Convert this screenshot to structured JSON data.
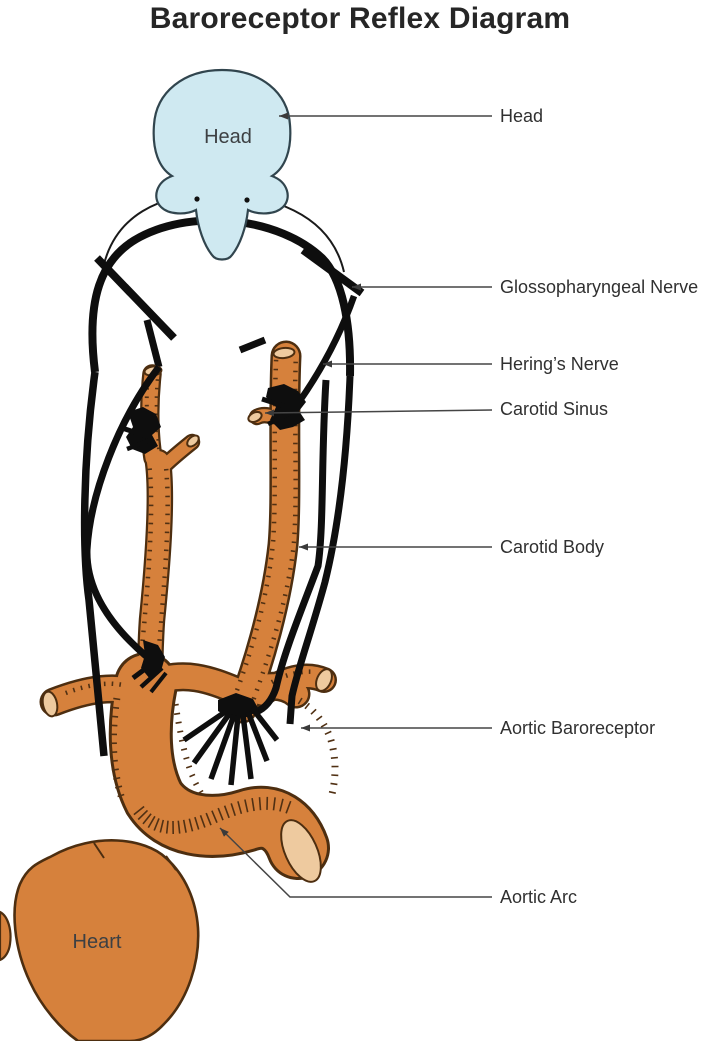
{
  "title": "Baroreceptor Reflex Diagram",
  "diagram": {
    "head_label": "Head",
    "heart_label": "Heart",
    "colors": {
      "head_fill": "#cfe9f1",
      "head_outline": "#31454e",
      "artery_fill": "#d6813c",
      "artery_outline": "#4d2e10",
      "vessel_cut_fill": "#eeca9f",
      "nerve": "#0e0e0e",
      "leader_line": "#454545",
      "background": "#ffffff",
      "title_color": "#262626"
    },
    "annotations": [
      {
        "text": "Head"
      },
      {
        "text": "Glossopharyngeal Nerve"
      },
      {
        "text": "Hering’s Nerve"
      },
      {
        "text": "Carotid Sinus"
      },
      {
        "text": "Carotid Body"
      },
      {
        "text": "Aortic Baroreceptor"
      },
      {
        "text": "Aortic Arc"
      }
    ]
  }
}
